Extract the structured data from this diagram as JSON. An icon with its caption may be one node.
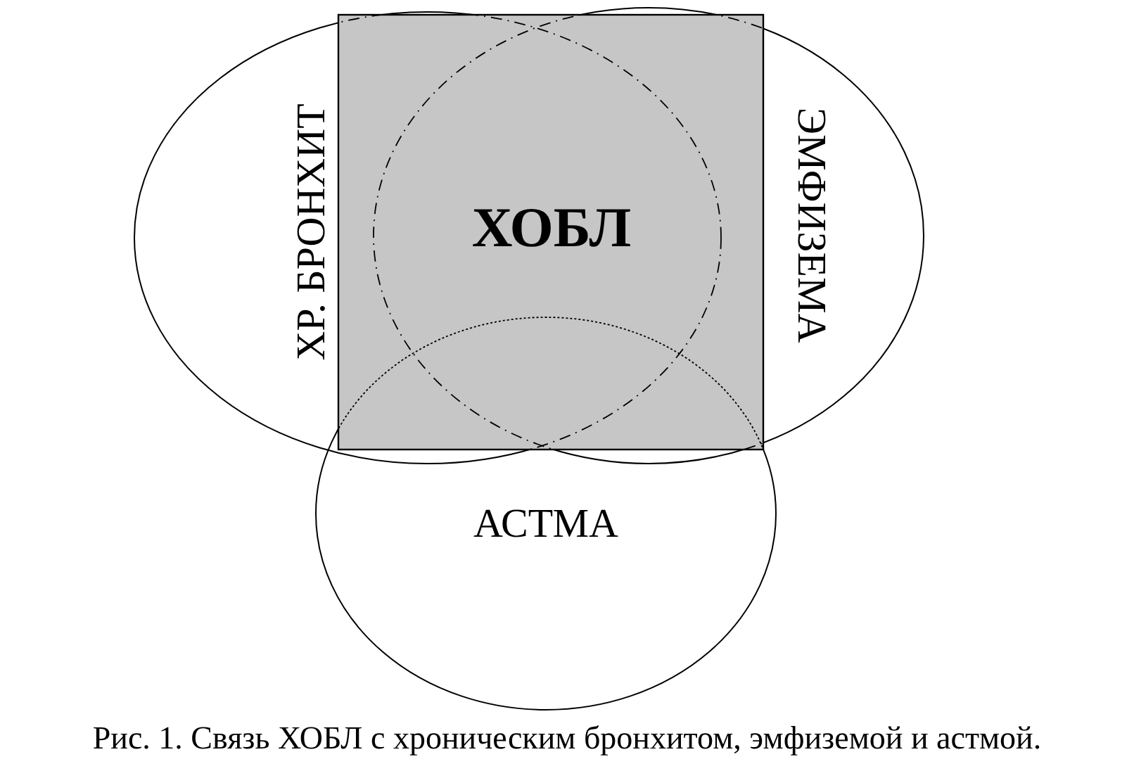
{
  "diagram": {
    "caption": "Рис. 1. Связь ХОБЛ с хроническим бронхитом, эмфиземой и астмой.",
    "nodes": [
      {
        "text": [
          "ХР. БРОНХИТ"
        ]
      },
      {
        "text": [
          "ЭМФИЗЕМА"
        ]
      },
      {
        "text": [
          "ХОБЛ"
        ]
      },
      {
        "text": [
          "АСТМА"
        ]
      }
    ]
  }
}
